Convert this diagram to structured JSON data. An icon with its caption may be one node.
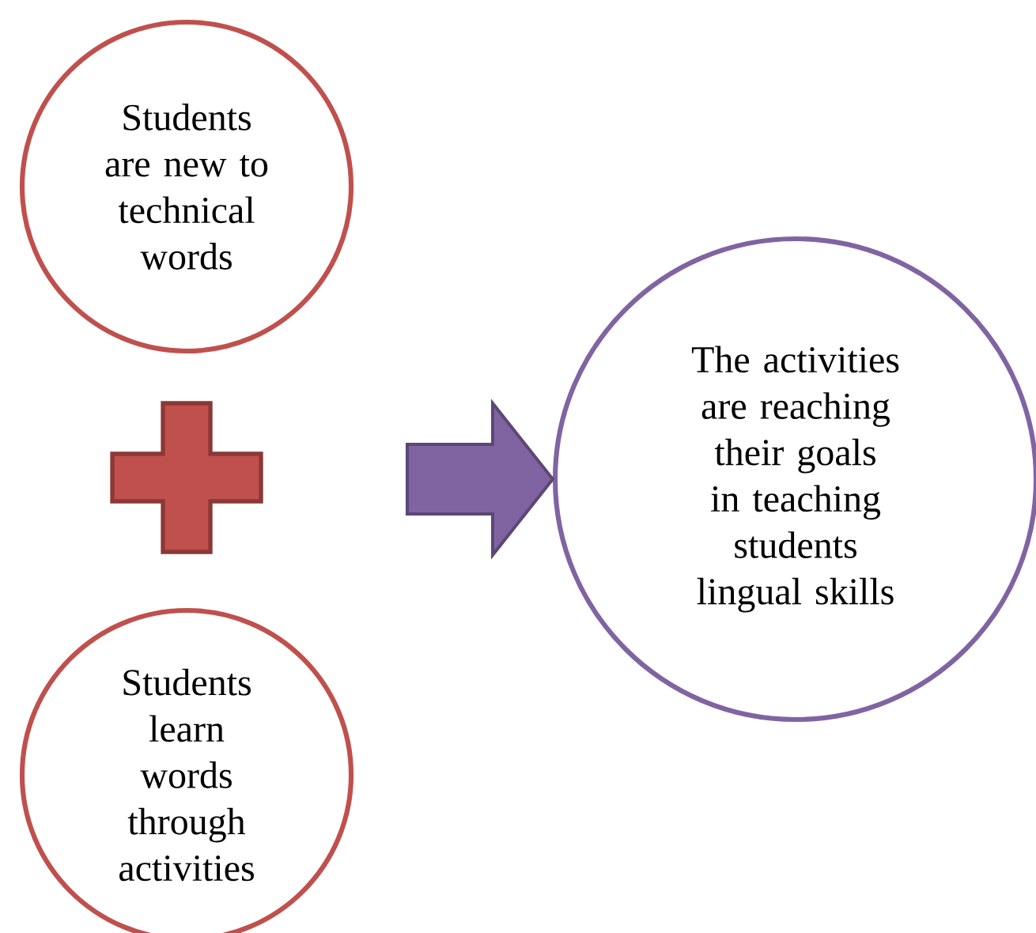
{
  "diagram": {
    "nodes": [
      {
        "text": [
          "Students are new to technical words"
        ]
      },
      {
        "text": [],
        "shape": "cross"
      },
      {
        "text": [
          "Students learn words through activities"
        ]
      },
      {
        "text": [
          "The activities are reaching their goals in teaching students lingual skills"
        ]
      }
    ],
    "edges": [
      {
        "from": null,
        "to": 3,
        "arrow": "to"
      }
    ]
  }
}
